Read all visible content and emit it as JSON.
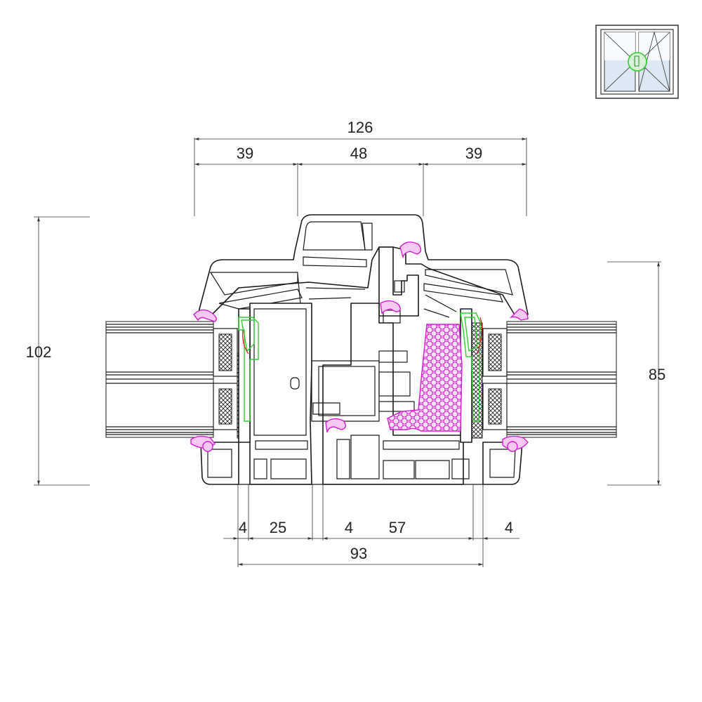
{
  "dimensions": {
    "top_total": "126",
    "top_left": "39",
    "top_mid": "48",
    "top_right": "39",
    "left_height": "102",
    "right_height": "85",
    "bottom_a": "4",
    "bottom_b": "25",
    "bottom_c": "4",
    "bottom_d": "57",
    "bottom_e": "4",
    "bottom_total": "93"
  },
  "icon": {
    "name": "double-casement-window-icon",
    "accent": "#2fcf2f",
    "glass_tint": "#cfe6f7"
  },
  "colors": {
    "gasket": "#d21fd0",
    "insulation": "#d21fd0",
    "bead": "#2fcf2f",
    "seal_red": "#e0201a",
    "profile_stroke": "#1a1a1a"
  }
}
